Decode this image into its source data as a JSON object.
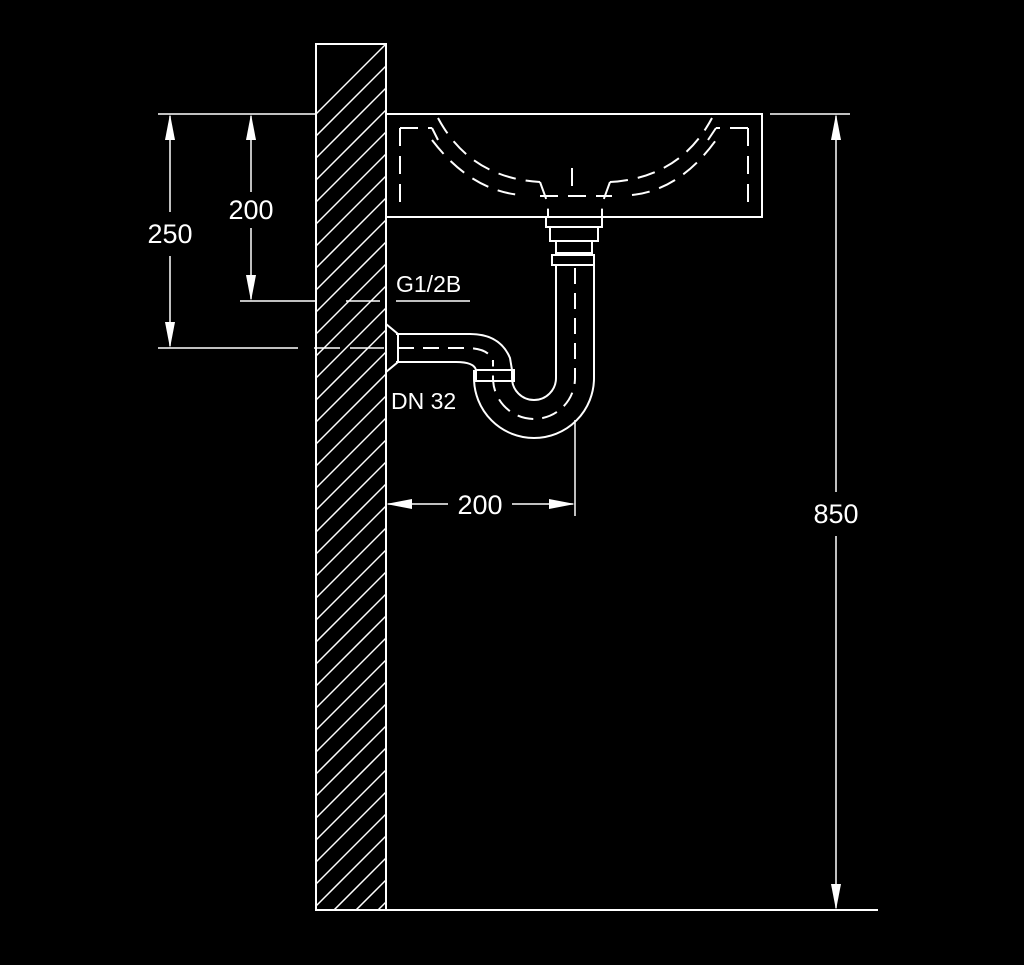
{
  "diagram": {
    "dimensions": {
      "height_250": "250",
      "height_200": "200",
      "projection_200": "200",
      "height_850": "850"
    },
    "labels": {
      "water_connection": "G1/2B",
      "drain_size": "DN 32"
    },
    "colors": {
      "background": "#000000",
      "lines": "#ffffff"
    }
  }
}
